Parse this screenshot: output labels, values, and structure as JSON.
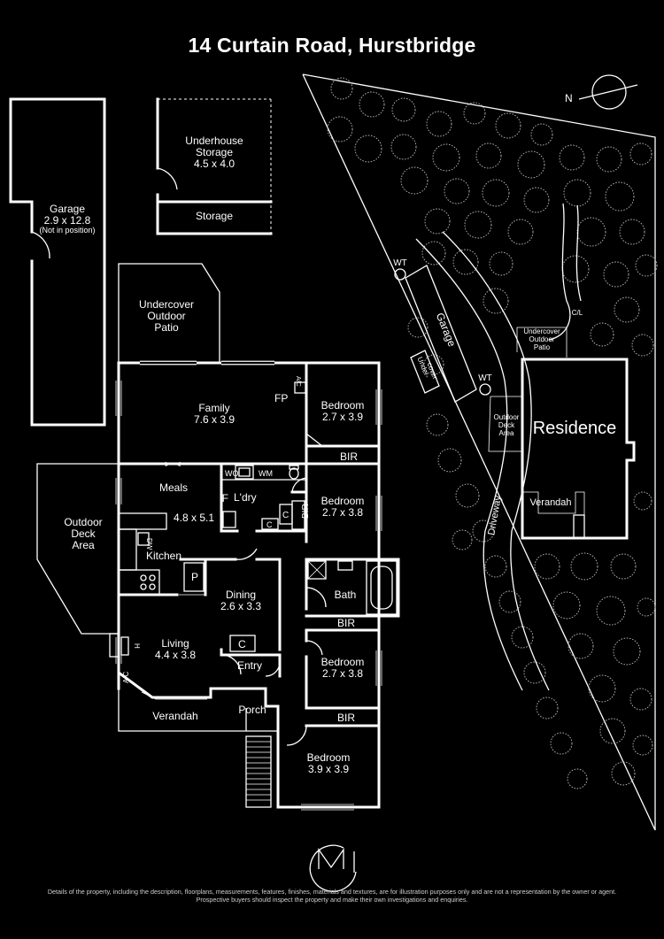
{
  "title": "14 Curtain Road, Hurstbridge",
  "compass_label": "N",
  "rooms": {
    "garage_name": "Garage",
    "garage_size": "2.9 x 12.8",
    "garage_note": "(Not in position)",
    "underhouse_line1": "Underhouse",
    "underhouse_line2": "Storage",
    "underhouse_size": "4.5 x 4.0",
    "storage": "Storage",
    "patio_line1": "Undercover",
    "patio_line2": "Outdoor",
    "patio_line3": "Patio",
    "family_name": "Family",
    "family_size": "7.6 x 3.9",
    "fp": "FP",
    "ac": "A/C",
    "bedroom1_name": "Bedroom",
    "bedroom1_size": "2.7 x 3.9",
    "bir": "BIR",
    "wo": "WO",
    "wm": "WM",
    "meals": "Meals",
    "f": "F",
    "meals_size": "4.8 x 5.1",
    "laundry": "L'dry",
    "c": "C",
    "bedroom2_name": "Bedroom",
    "bedroom2_size": "2.7 x 3.8",
    "deck_line1": "Outdoor",
    "deck_line2": "Deck",
    "deck_line3": "Area",
    "dw": "DW",
    "kitchen": "Kitchen",
    "p": "P",
    "dining_name": "Dining",
    "dining_size": "2.6 x 3.3",
    "bath": "Bath",
    "h": "H",
    "living_name": "Living",
    "living_size": "4.4 x 3.8",
    "entry": "Entry",
    "bedroom3_name": "Bedroom",
    "bedroom3_size": "2.7 x 3.8",
    "verandah": "Verandah",
    "porch": "Porch",
    "bedroom4_name": "Bedroom",
    "bedroom4_size": "3.9 x 3.9"
  },
  "site": {
    "wt": "WT",
    "garage": "Garage",
    "undercover_line1": "Under-",
    "undercover_line2": "cover",
    "cl": "C/L",
    "patio_line1": "Undercover",
    "patio_line2": "Outdoor",
    "patio_line3": "Patio",
    "deck_line1": "Outdoor",
    "deck_line2": "Deck",
    "deck_line3": "Area",
    "residence": "Residence",
    "verandah": "Verandah",
    "driveway": "Driveway"
  },
  "disclaimer_line1": "Details of the property, including the description, floorplans, measurements, features, finishes, materials and textures, are for illustration purposes only and are not a representation by the owner or agent.",
  "disclaimer_line2": "Prospective buyers should inspect the property and make their own investigations and enquiries."
}
